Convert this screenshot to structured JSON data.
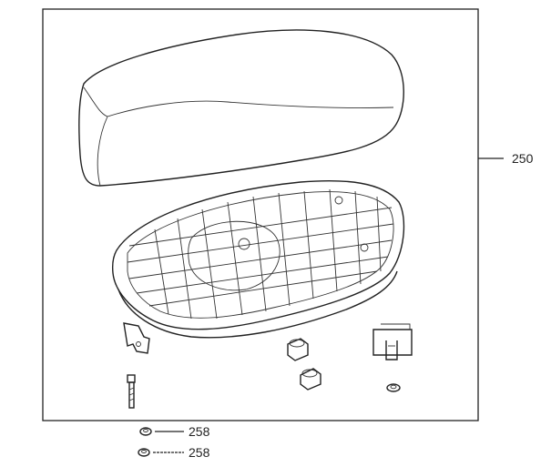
{
  "callouts": {
    "assembly": "250",
    "fastener_1": "258",
    "fastener_2": "258"
  },
  "icons": {
    "seat_cushion": "seat-cushion-icon",
    "seat_base": "seat-base-icon",
    "hinge_bracket": "hinge-bracket-icon",
    "bolt": "bolt-icon",
    "rubber_bumper": "rubber-bumper-icon",
    "latch_striker": "latch-striker-icon",
    "nut": "nut-icon"
  },
  "colors": {
    "line": "#222222",
    "background": "#ffffff"
  }
}
